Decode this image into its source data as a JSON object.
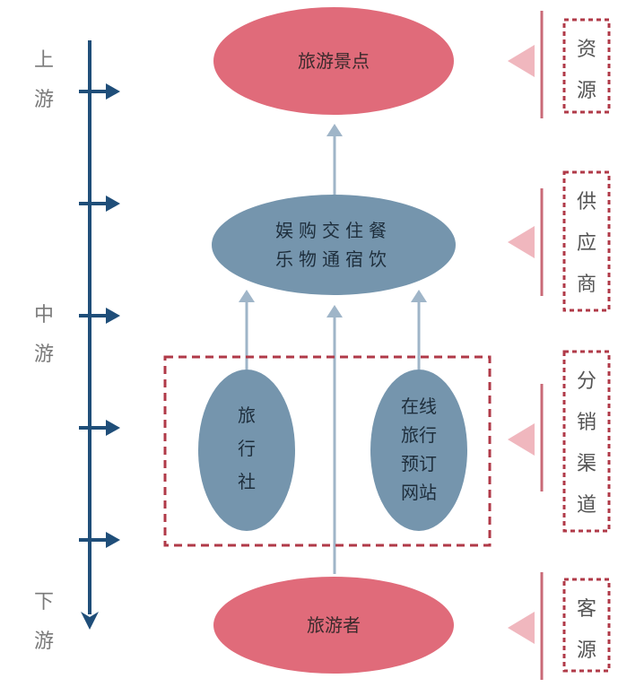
{
  "stages": {
    "upstream": [
      "上",
      "游"
    ],
    "midstream": [
      "中",
      "游"
    ],
    "downstream": [
      "下",
      "游"
    ]
  },
  "nodes": {
    "attractions": "旅游景点",
    "services": {
      "line1": "娱购交住餐",
      "line2": "乐物通宿饮"
    },
    "travel_agency": [
      "旅",
      "行",
      "社"
    ],
    "online_booking": [
      "在线",
      "旅行",
      "预订",
      "网站"
    ],
    "tourists": "旅游者"
  },
  "side_labels": {
    "resources": [
      "资",
      "源"
    ],
    "suppliers": [
      "供",
      "应",
      "商"
    ],
    "channels": [
      "分",
      "销",
      "渠",
      "道"
    ],
    "customers": [
      "客",
      "源"
    ]
  },
  "colors": {
    "timeline": "#1f4e79",
    "pink_node": "#e06b7a",
    "blue_node": "#7595ad",
    "flow_arrow": "#9fb5c8",
    "dashed_border": "#b03a48",
    "side_divider": "#c96a77",
    "side_triangle": "#f0b7be"
  }
}
